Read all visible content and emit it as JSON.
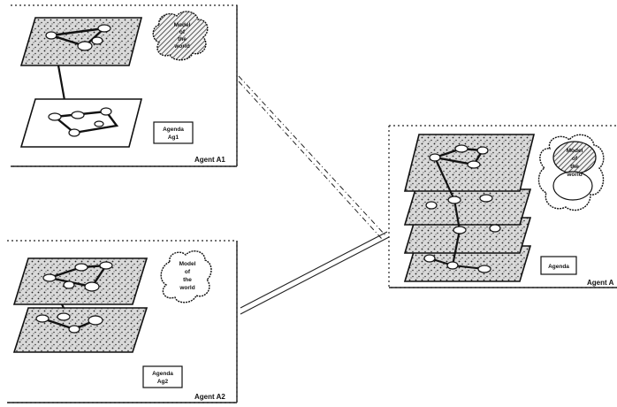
{
  "agent_a1": {
    "label": "Agent A1",
    "world_model": [
      "Model",
      "of",
      "the",
      "world"
    ],
    "agenda": [
      "Agenda",
      "Ag1"
    ]
  },
  "agent_a2": {
    "label": "Agent A2",
    "world_model": [
      "Model",
      "of",
      "the",
      "world"
    ],
    "agenda": [
      "Agenda",
      "Ag2"
    ]
  },
  "agent_a": {
    "label": "Agent A",
    "world_model": [
      "Model",
      "of",
      "the",
      "world"
    ],
    "agenda": [
      "Agenda"
    ]
  }
}
